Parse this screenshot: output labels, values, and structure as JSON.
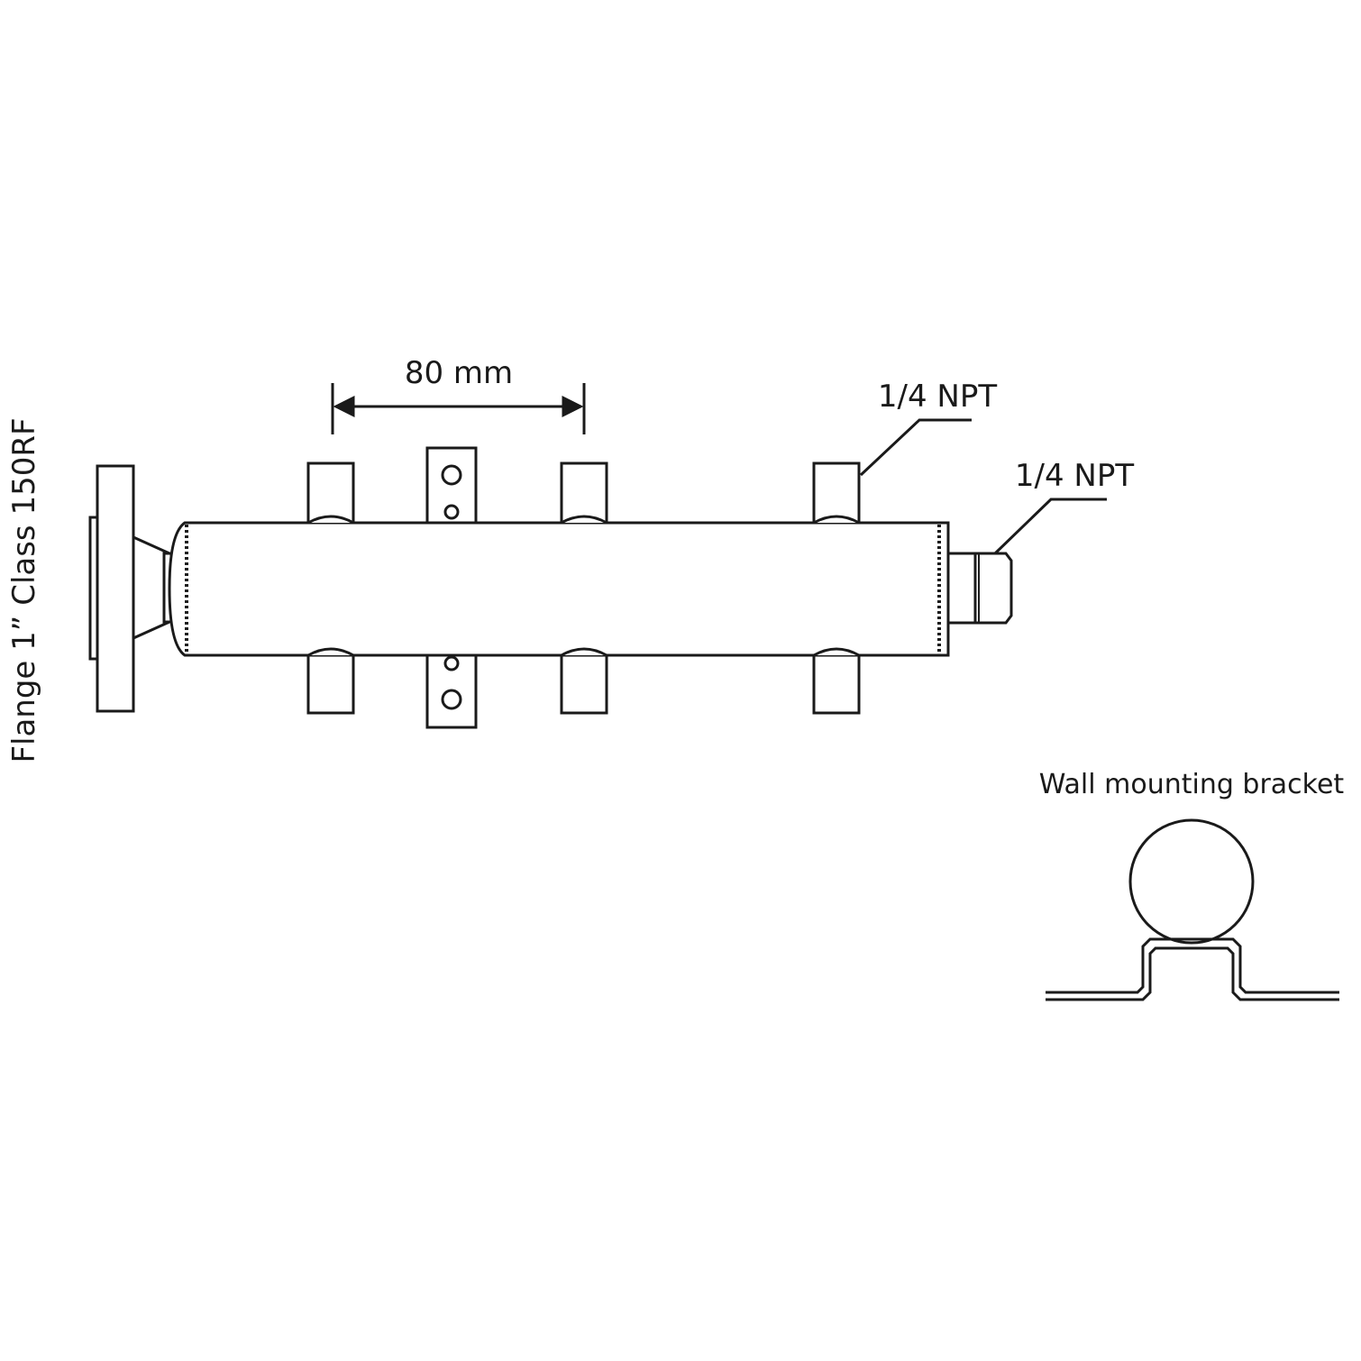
{
  "labels": {
    "flange": "Flange 1” Class 150RF",
    "spacing": "80 mm",
    "port_top": "1/4 NPT",
    "port_end": "1/4 NPT",
    "bracket": "Wall mounting bracket"
  },
  "colors": {
    "stroke": "#1a1a1a",
    "background": "#ffffff"
  }
}
